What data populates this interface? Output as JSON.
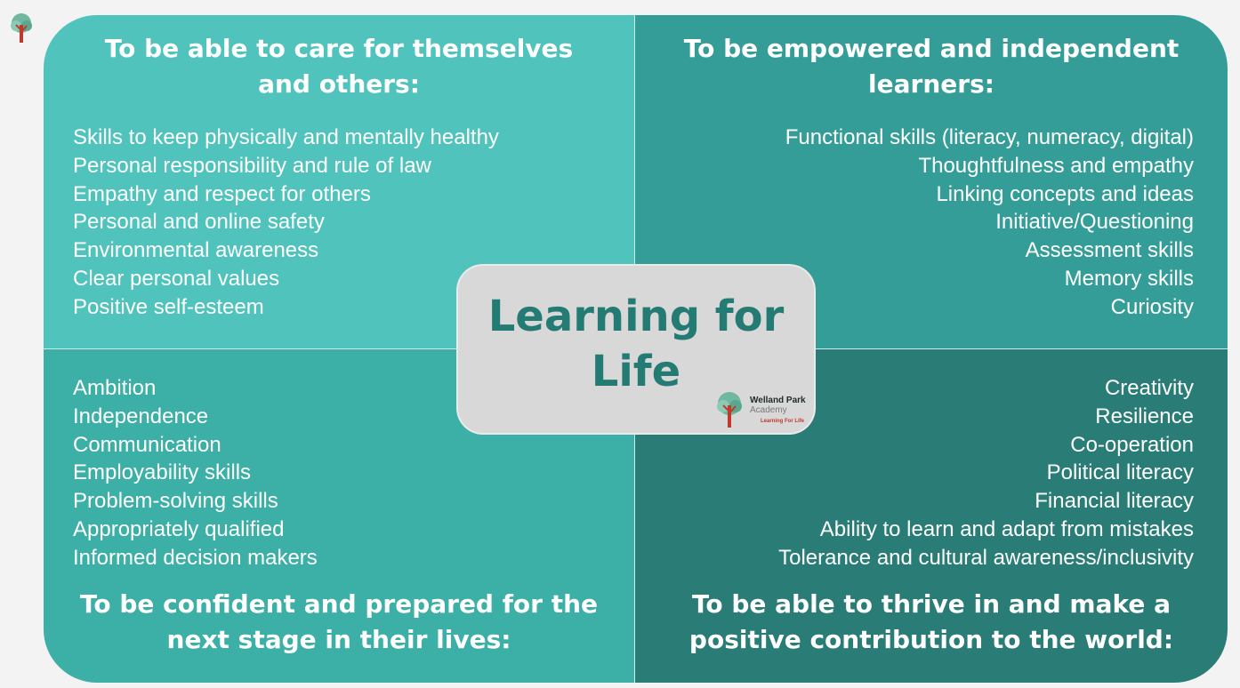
{
  "center": {
    "title": "Learning for Life",
    "logo_name": "Welland Park",
    "logo_sub": "Academy",
    "logo_motto": "Learning For Life"
  },
  "quadrants": {
    "top_left": {
      "heading": "To be able to care for themselves and others:",
      "items": [
        "Skills to keep physically and mentally healthy",
        "Personal responsibility and rule of law",
        "Empathy and respect for others",
        "Personal and online safety",
        "Environmental awareness",
        "Clear personal values",
        "Positive self-esteem"
      ]
    },
    "top_right": {
      "heading": "To be empowered and independent learners:",
      "items": [
        "Functional skills (literacy, numeracy, digital)",
        "Thoughtfulness and empathy",
        "Linking concepts and ideas",
        "Initiative/Questioning",
        "Assessment skills",
        "Memory skills",
        "Curiosity"
      ]
    },
    "bottom_left": {
      "heading": "To be confident and prepared for the next stage in their lives:",
      "items": [
        "Ambition",
        "Independence",
        "Communication",
        "Employability skills",
        "Problem-solving skills",
        "Appropriately qualified",
        "Informed decision makers"
      ]
    },
    "bottom_right": {
      "heading": "To be able to thrive in and make a positive contribution to the world:",
      "items": [
        "Creativity",
        "Resilience",
        "Co-operation",
        "Political literacy",
        "Financial literacy",
        "Ability to learn and adapt from mistakes",
        "Tolerance and cultural awareness/inclusivity"
      ]
    }
  },
  "colors": {
    "top_left": "#50c3bc",
    "top_right": "#359d98",
    "bottom_left": "#3cafa7",
    "bottom_right": "#2a7c76",
    "center_title": "#247b73"
  },
  "icons": [
    "tree-logo-icon"
  ]
}
